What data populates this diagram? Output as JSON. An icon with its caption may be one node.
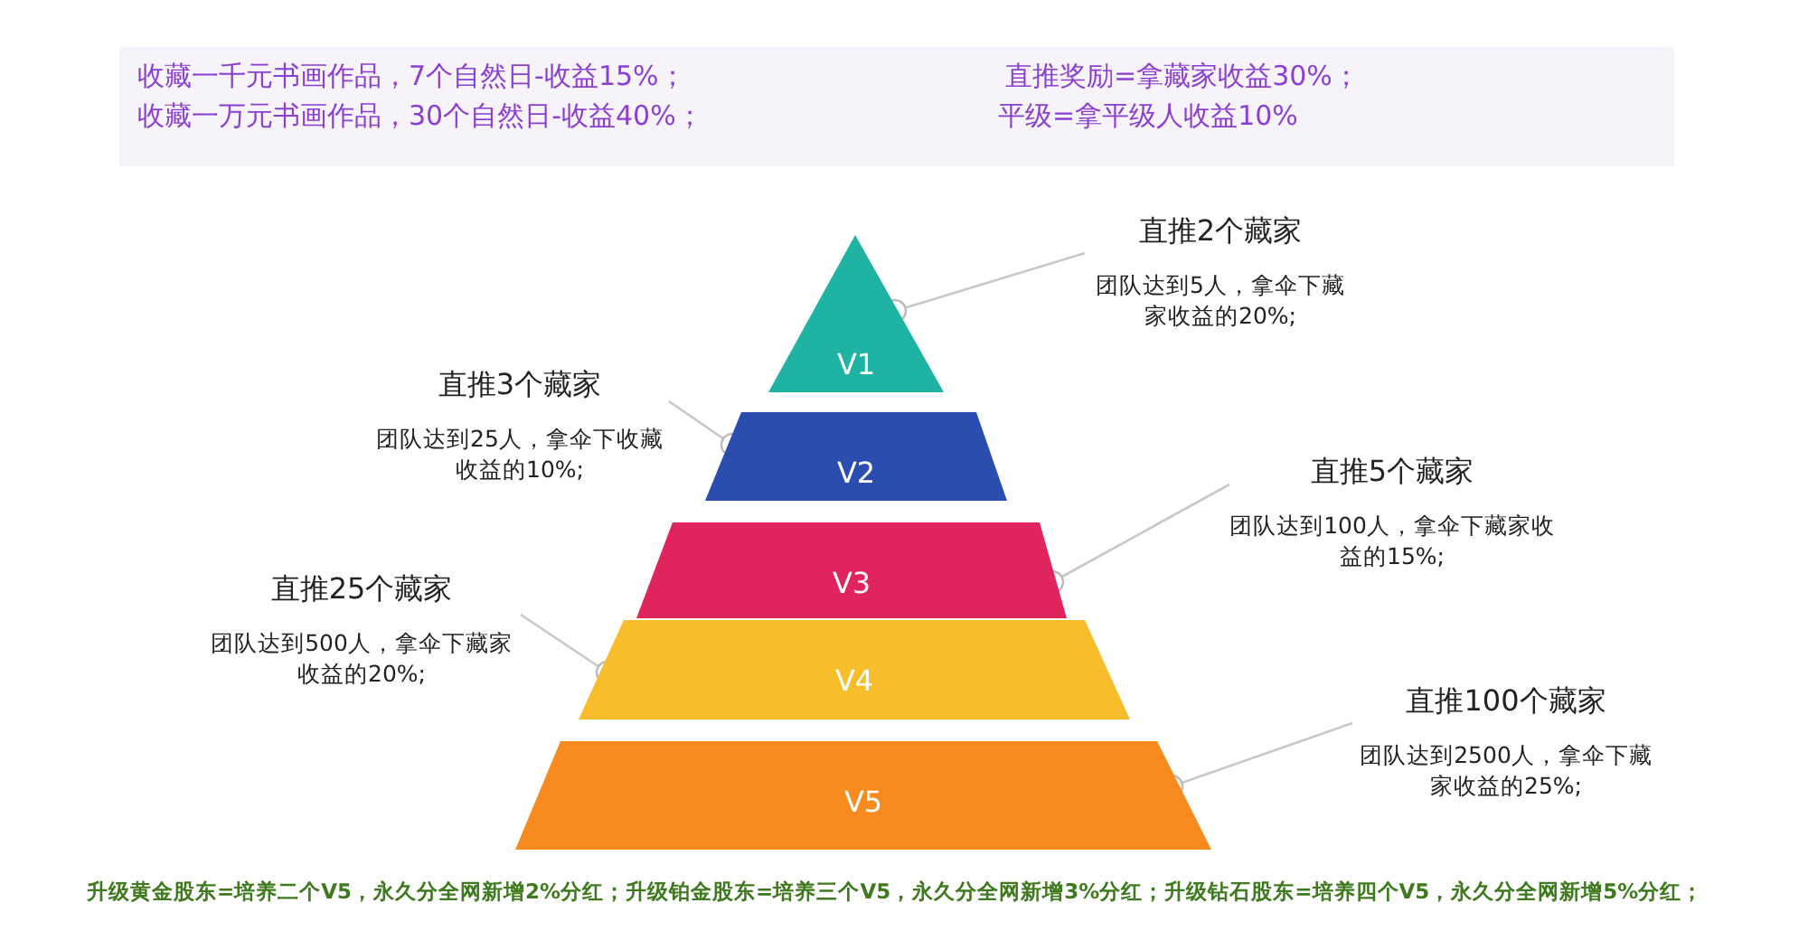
{
  "diagram": {
    "nodes": [
      {
        "text": [
          "V1"
        ]
      },
      {
        "text": [
          "V2"
        ]
      },
      {
        "text": [
          "V3"
        ]
      },
      {
        "text": [
          "V4"
        ]
      },
      {
        "text": [
          "V5"
        ]
      },
      {
        "text": [
          "直推2个藏家",
          "团队达到5人，拿伞下藏家收益的20%;"
        ]
      },
      {
        "text": [
          "直推3个藏家",
          "团队达到25人，拿伞下收藏收益的10%;"
        ]
      },
      {
        "text": [
          "直推5个藏家",
          "团队达到100人，拿伞下藏家收益的15%;"
        ]
      },
      {
        "text": [
          "直推25个藏家",
          "团队达到500人，拿伞下藏家收益的20%;"
        ]
      },
      {
        "text": [
          "直推100个藏家",
          "团队达到2500人，拿伞下藏家收益的25%;"
        ]
      }
    ],
    "edges": [
      {
        "from": 5,
        "to": 0,
        "arrow": "other"
      },
      {
        "from": 6,
        "to": 1,
        "arrow": "other"
      },
      {
        "from": 7,
        "to": 2,
        "arrow": "other"
      },
      {
        "from": 8,
        "to": 3,
        "arrow": "other"
      },
      {
        "from": 9,
        "to": 4,
        "arrow": "other"
      }
    ],
    "labels": [
      "收藏一千元书画作品，7个自然日-收益15%；",
      "直推奖励=拿藏家收益30%；",
      "收藏一万元书画作品，30个自然日-收益40%；",
      "平级=拿平级人收益10%",
      "升级黄金股东=培养二个V5，永久分全网新增2%分红；升级铂金股东=培养三个V5，永久分全网新增3%分红；升级钻石股东=培养四个V5，永久分全网新增5%分红；"
    ]
  }
}
